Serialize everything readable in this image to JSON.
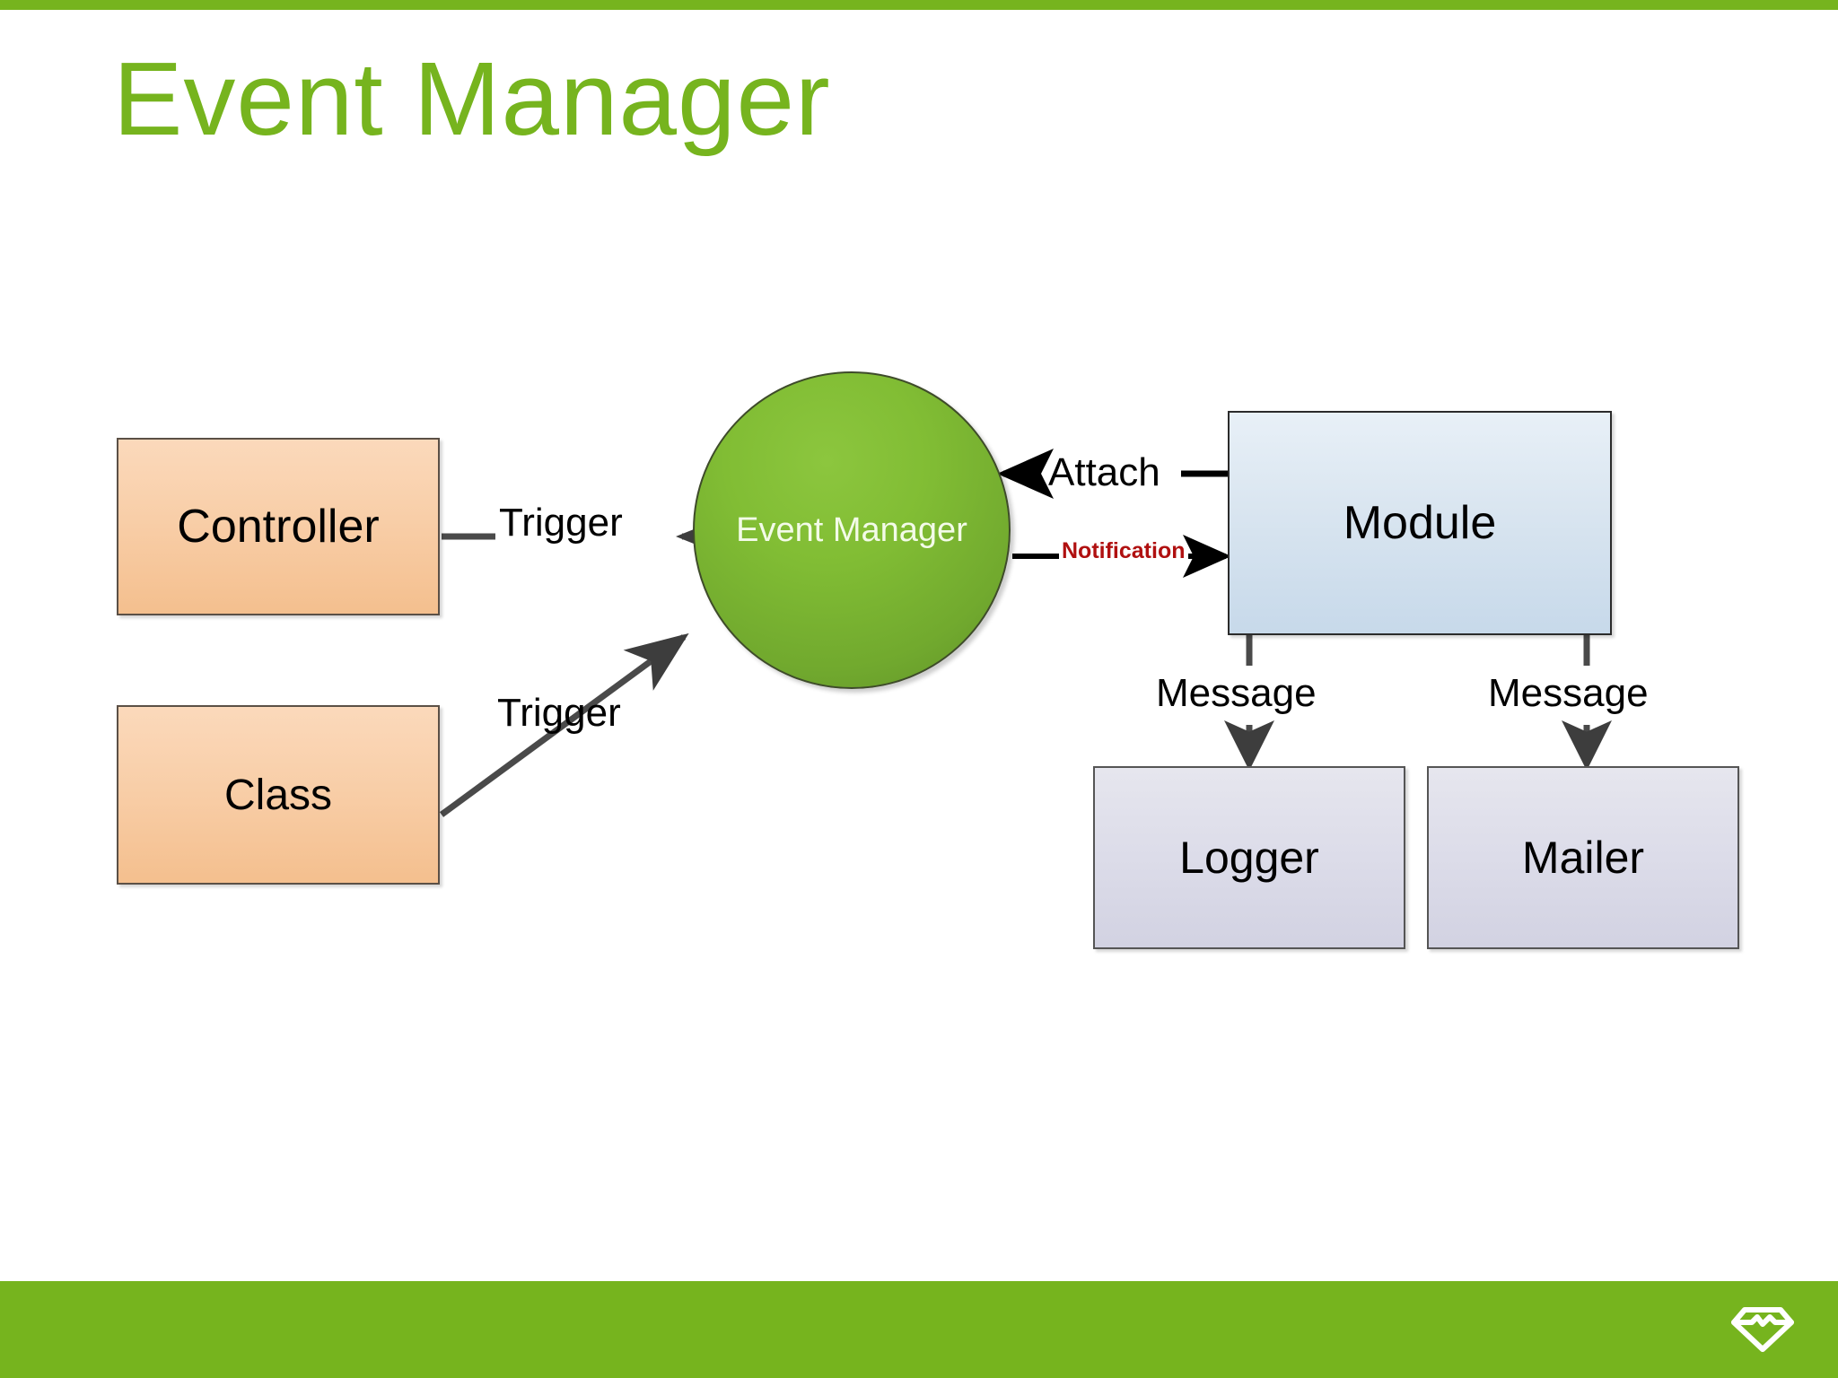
{
  "slide": {
    "title": "Event Manager",
    "title_color": "#76b41e",
    "accent_color": "#76b41e",
    "background_color": "#ffffff"
  },
  "logo": {
    "name": "gem-diamond-logo",
    "color": "#ffffff"
  },
  "diagram": {
    "nodes": [
      {
        "id": "controller",
        "label": "Controller",
        "shape": "rect",
        "fill": "#f7cda3"
      },
      {
        "id": "class",
        "label": "Class",
        "shape": "rect",
        "fill": "#f7cda3"
      },
      {
        "id": "event_manager",
        "label": "Event Manager",
        "shape": "circle",
        "fill": "#7cb134",
        "text_color": "#f3fbe8"
      },
      {
        "id": "module",
        "label": "Module",
        "shape": "rect",
        "fill": "#d6e3f0"
      },
      {
        "id": "logger",
        "label": "Logger",
        "shape": "rect",
        "fill": "#dcdce9"
      },
      {
        "id": "mailer",
        "label": "Mailer",
        "shape": "rect",
        "fill": "#dcdce9"
      }
    ],
    "edges": [
      {
        "id": "e1",
        "from": "controller",
        "to": "event_manager",
        "label": "Trigger",
        "color": "#000000",
        "direction": "right"
      },
      {
        "id": "e2",
        "from": "class",
        "to": "event_manager",
        "label": "Trigger",
        "color": "#000000",
        "direction": "up-right"
      },
      {
        "id": "e3",
        "from": "module",
        "to": "event_manager",
        "label": "Attach",
        "color": "#000000",
        "direction": "left"
      },
      {
        "id": "e4",
        "from": "event_manager",
        "to": "module",
        "label": "Notification",
        "color": "#b01010",
        "direction": "right"
      },
      {
        "id": "e5",
        "from": "module",
        "to": "logger",
        "label": "Message",
        "color": "#000000",
        "direction": "down"
      },
      {
        "id": "e6",
        "from": "module",
        "to": "mailer",
        "label": "Message",
        "color": "#000000",
        "direction": "down"
      }
    ]
  }
}
